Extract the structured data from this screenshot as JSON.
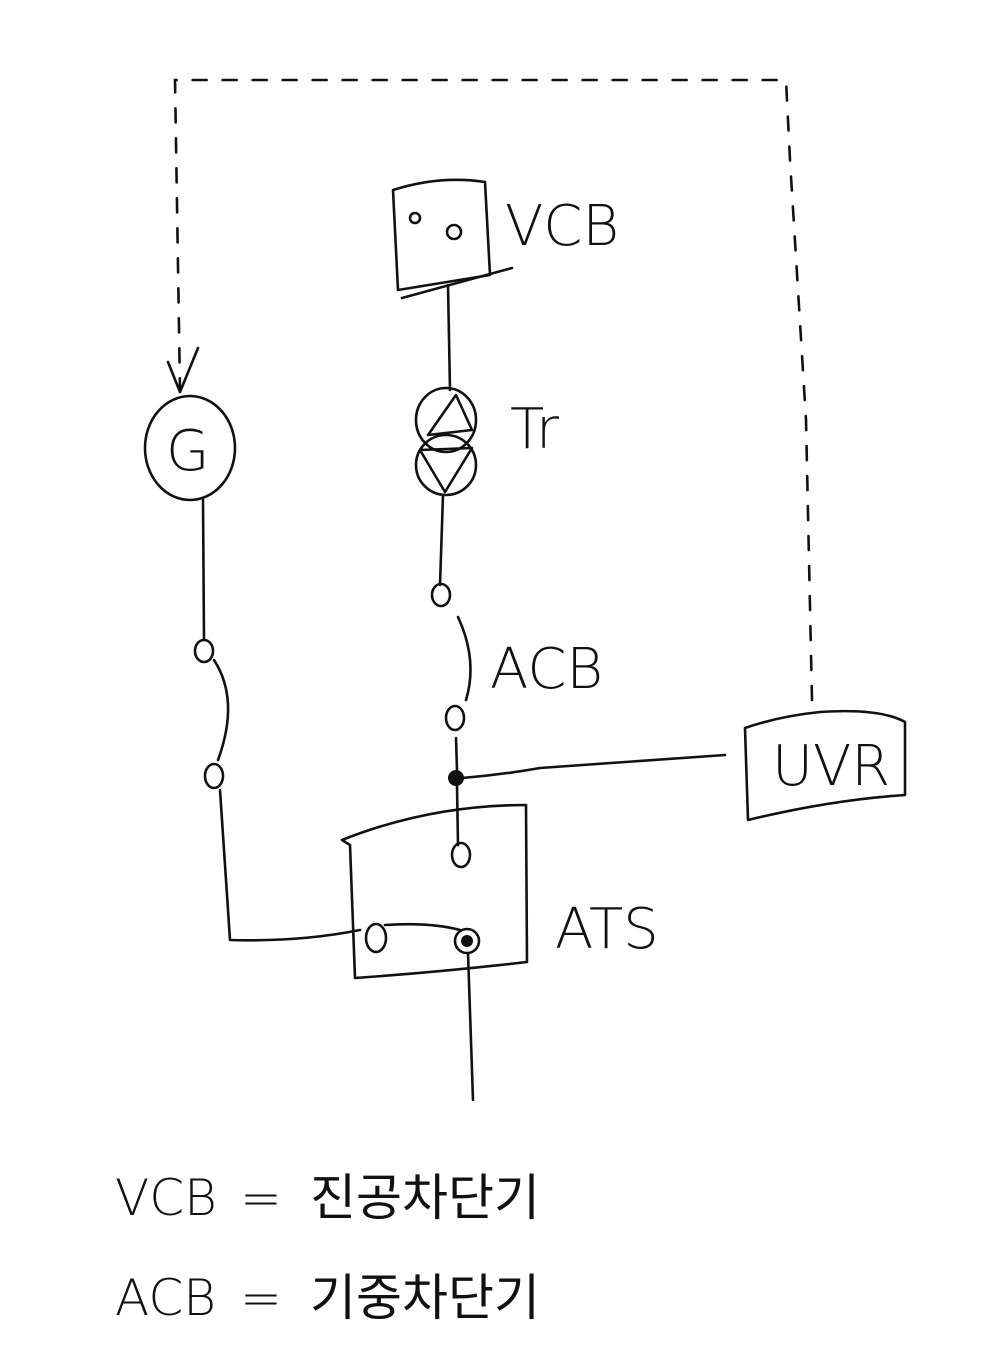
{
  "labels": {
    "vcb": "VCB",
    "tr": "Tr",
    "acb": "ACB",
    "uvr": "UVR",
    "ats": "ATS",
    "generator": "G"
  },
  "legend": [
    {
      "abbr": "VCB",
      "equals": "=",
      "meaning": "진공차단기"
    },
    {
      "abbr": "ACB",
      "equals": "=",
      "meaning": "기중차단기"
    }
  ]
}
